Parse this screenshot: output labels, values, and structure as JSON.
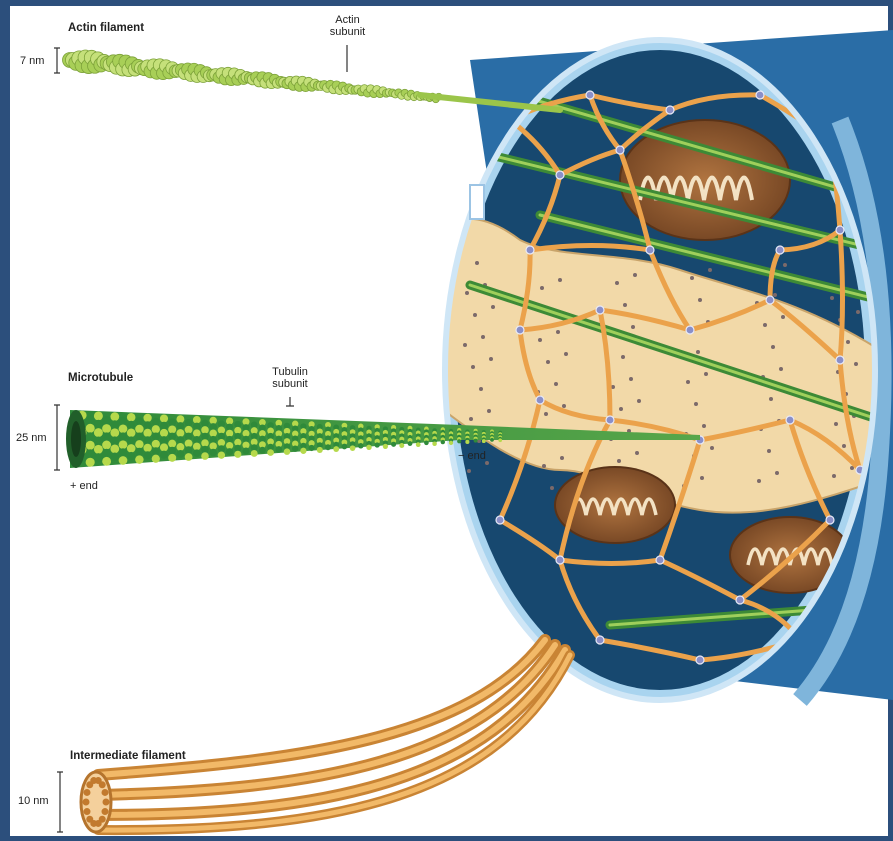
{
  "labels": {
    "actin_title": "Actin filament",
    "actin_subunit_line1": "Actin",
    "actin_subunit_line2": "subunit",
    "actin_size": "7 nm",
    "microtubule_title": "Microtubule",
    "tubulin_subunit_line1": "Tubulin",
    "tubulin_subunit_line2": "subunit",
    "microtubule_size": "25 nm",
    "plus_end": "+ end",
    "minus_end": "− end",
    "intermediate_title": "Intermediate filament",
    "intermediate_size": "10 nm"
  },
  "colors": {
    "frame": "#2c4f7c",
    "background": "#ffffff",
    "actin_green": "#9bc54a",
    "microtubule_green": "#2f8a3a",
    "microtubule_light": "#b6d94c",
    "intermediate_orange": "#e8a04a",
    "cell_blue": "#2d6aa0",
    "cytoplasm_dark": "#17486f",
    "er_tan": "#f2d9a8",
    "mitochondria_brown": "#8a5530"
  }
}
